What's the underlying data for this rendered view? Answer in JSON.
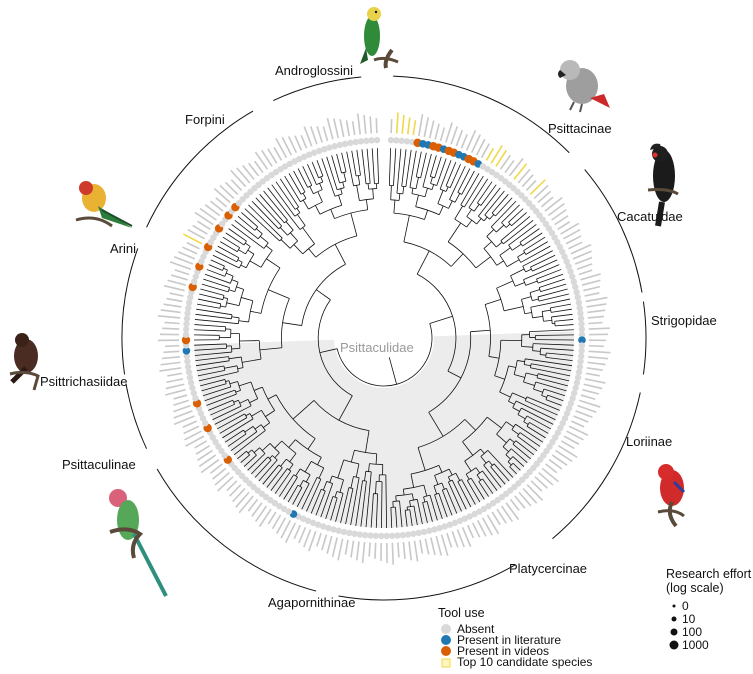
{
  "figure": {
    "family_label": "Psittaculidae",
    "clades": [
      {
        "id": "androglossini",
        "label": "Androglossini"
      },
      {
        "id": "psittacinae",
        "label": "Psittacinae"
      },
      {
        "id": "forpini",
        "label": "Forpini"
      },
      {
        "id": "cacatuidae",
        "label": "Cacatuidae"
      },
      {
        "id": "arini",
        "label": "Arini"
      },
      {
        "id": "strigopidae",
        "label": "Strigopidae"
      },
      {
        "id": "psittrichasiidae",
        "label": "Psittrichasiidae"
      },
      {
        "id": "loriinae",
        "label": "Loriinae"
      },
      {
        "id": "psittaculinae",
        "label": "Psittaculinae"
      },
      {
        "id": "platycercinae",
        "label": "Platycercinae"
      },
      {
        "id": "agapornithinae",
        "label": "Agapornithinae"
      }
    ],
    "legend": {
      "tool_use": {
        "title": "Tool use",
        "items": [
          {
            "label": "Absent",
            "color": "#d9d9d9"
          },
          {
            "label": "Present in literature",
            "color": "#1f78b4"
          },
          {
            "label": "Present in videos",
            "color": "#d95f02"
          },
          {
            "label": "Top 10 candidate species",
            "color": "#f0d84a"
          }
        ]
      },
      "research_effort": {
        "title_line1": "Research effort",
        "title_line2": "(log scale)",
        "items": [
          "0",
          "10",
          "100",
          "1000"
        ]
      }
    },
    "colors": {
      "absent": "#d9d9d9",
      "literature": "#1f78b4",
      "videos": "#d95f02",
      "candidate": "#f0d84a",
      "family_shade": "#ececec",
      "tree": "#111111"
    },
    "bird_icons": [
      "green-parrot-icon",
      "grey-parrot-icon",
      "black-cockatoo-icon",
      "macaw-icon",
      "dark-parrot-icon",
      "red-lory-icon",
      "ringneck-parakeet-icon"
    ]
  }
}
